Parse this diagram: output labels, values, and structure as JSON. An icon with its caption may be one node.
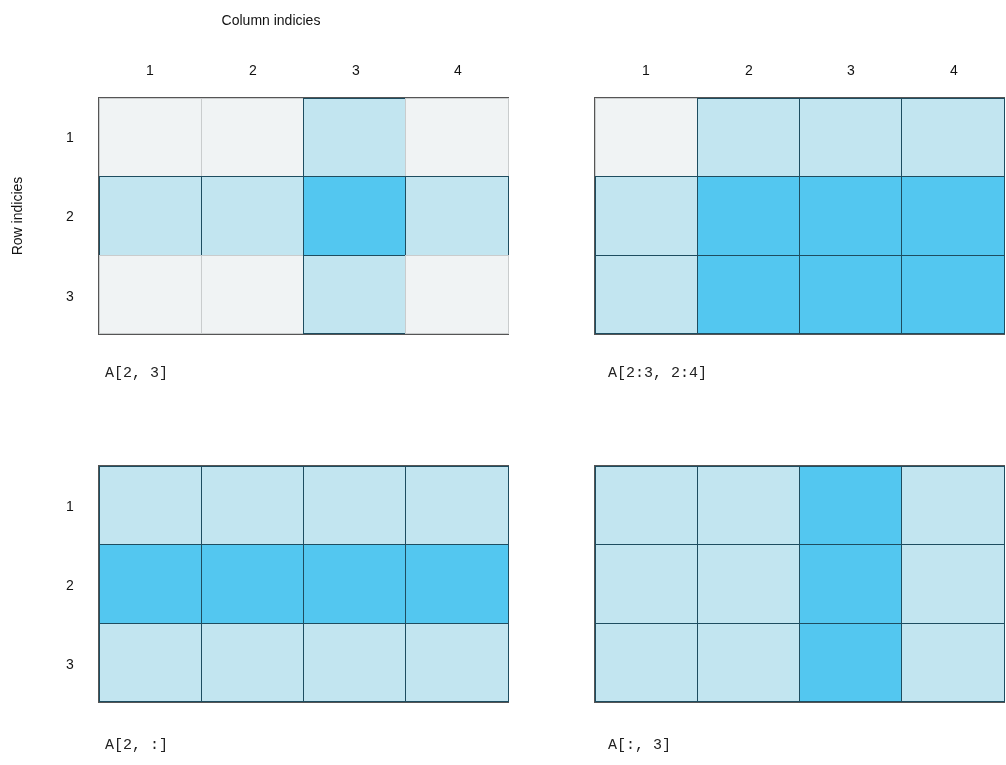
{
  "diagram": {
    "labels": [
      "Column indicies",
      "1",
      "2",
      "3",
      "4",
      "1",
      "2",
      "3",
      "4",
      "Row indicies",
      "1",
      "2",
      "3",
      "A[2, 3]",
      "A[2:3, 2:4]",
      "1",
      "2",
      "3",
      "A[2, :]",
      "A[:, 3]"
    ]
  }
}
